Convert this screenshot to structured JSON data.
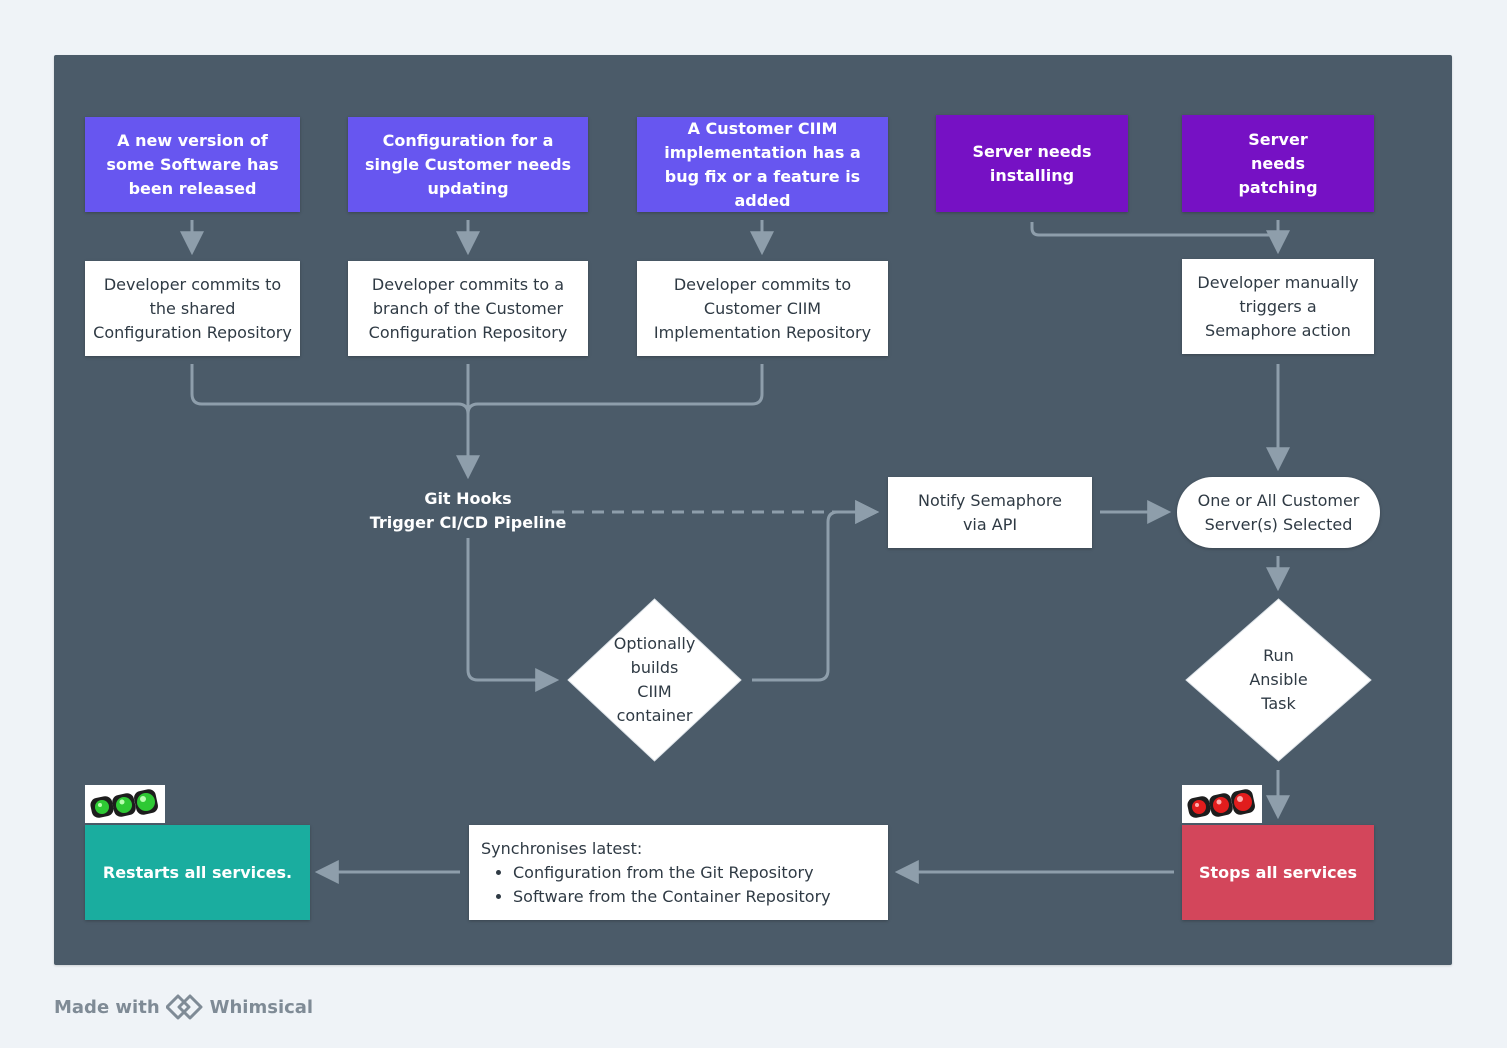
{
  "nodes": {
    "new_version": "A new version of some Software has been released",
    "config_single": "Configuration for a single Customer needs updating",
    "ciim_bug": "A Customer CIIM implementation has a bug fix or a feature is added",
    "server_install": "Server needs installing",
    "server_patch": "Server needs patching",
    "dev_shared": "Developer commits to the shared Configuration Repository",
    "dev_branch": "Developer commits to a branch of the Customer Configuration Repository",
    "dev_ciim": "Developer commits to Customer CIIM Implementation Repository",
    "dev_manual": "Developer manually triggers a Semaphore action",
    "git_hooks_l1": "Git Hooks",
    "git_hooks_l2": "Trigger CI/CD Pipeline",
    "notify": "Notify Semaphore via API",
    "selected": "One or All Customer Server(s) Selected",
    "builds": "Optionally builds CIIM container",
    "ansible": "Run Ansible Task",
    "stops": "Stops all services",
    "sync_title": "Synchronises latest:",
    "sync_items": [
      "Configuration from the Git Repository",
      "Software from the Container Repository"
    ],
    "restarts": "Restarts all services."
  },
  "colors": {
    "canvas": "#4b5b69",
    "event_blue": "#6756f0",
    "event_purple": "#7611c4",
    "connector": "#8e9eab",
    "success": "#1aad9f",
    "danger": "#d3465b"
  },
  "icons": {
    "green_lights": "traffic-lights-green-icon",
    "red_lights": "traffic-lights-red-icon",
    "whimsical_logo": "whimsical-logo-icon"
  },
  "footer": {
    "made_with": "Made with",
    "brand": "Whimsical"
  }
}
